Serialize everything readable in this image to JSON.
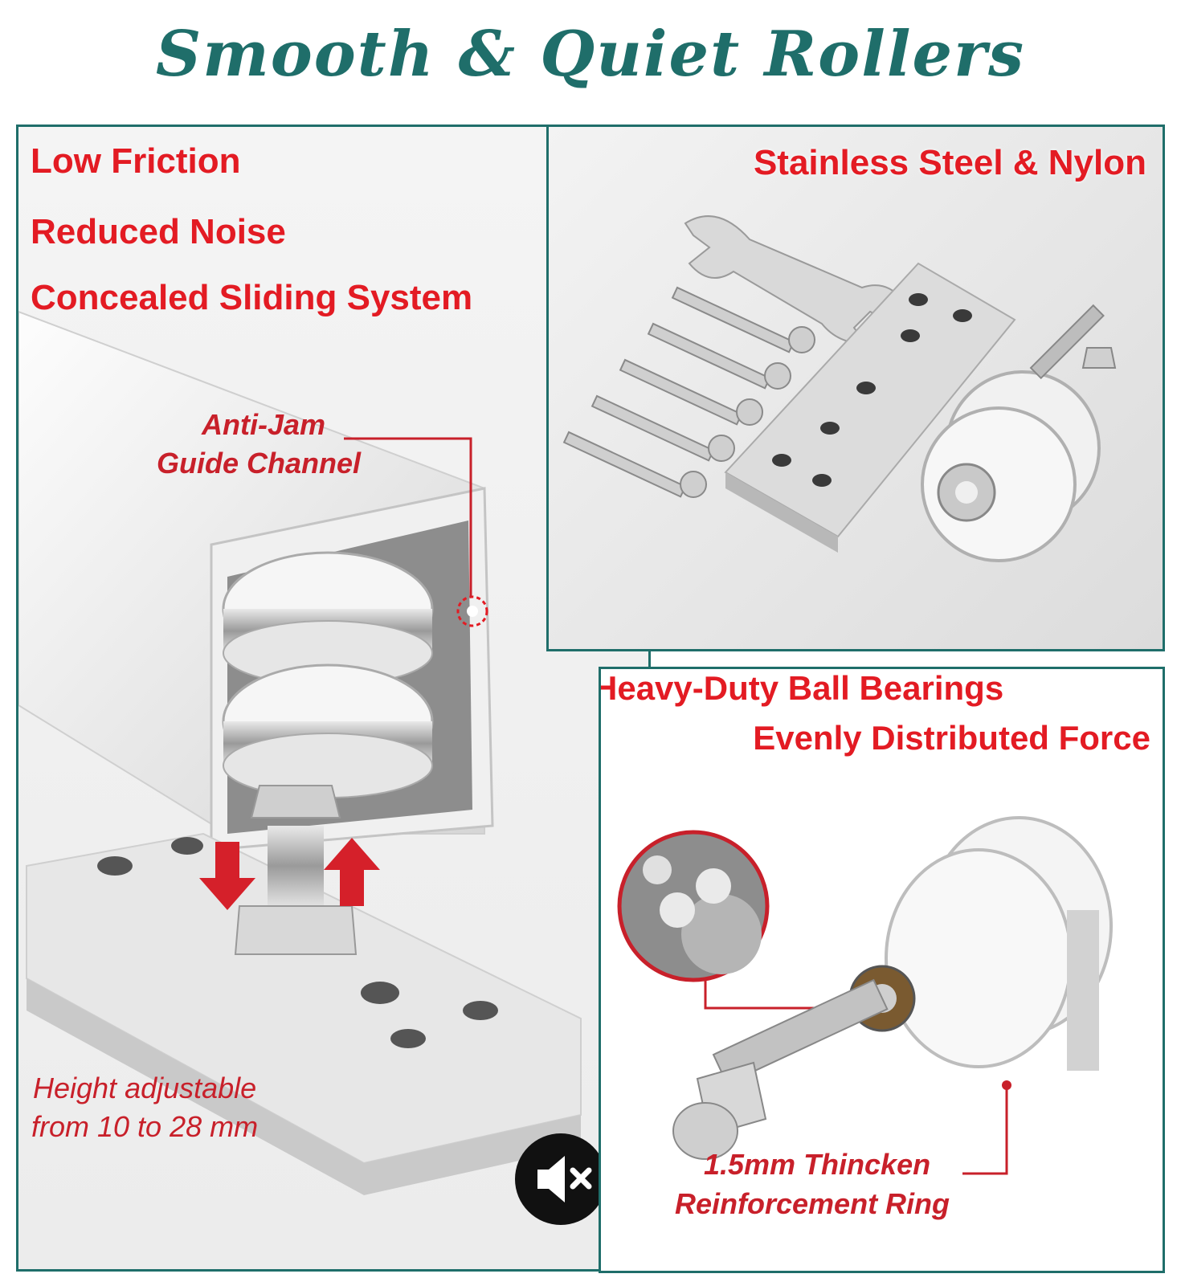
{
  "title": "Smooth & Quiet Rollers",
  "left_panel": {
    "features": [
      "Low Friction",
      "Reduced Noise",
      "Concealed Sliding System"
    ],
    "callout": [
      "Anti-Jam",
      "Guide Channel"
    ],
    "height_note": [
      "Height adjustable",
      "from 10 to 28 mm"
    ],
    "mute_icon": "speaker-mute-icon"
  },
  "top_right_panel": {
    "heading": "Stainless Steel & Nylon"
  },
  "bottom_right_panel": {
    "heading_1": "Heavy-Duty Ball Bearings",
    "heading_2": "Evenly Distributed Force",
    "callout": [
      "1.5mm Thincken",
      "Reinforcement Ring"
    ]
  },
  "colors": {
    "teal": "#1f6e6a",
    "red": "#e31b23",
    "dark_red": "#c8202a"
  }
}
